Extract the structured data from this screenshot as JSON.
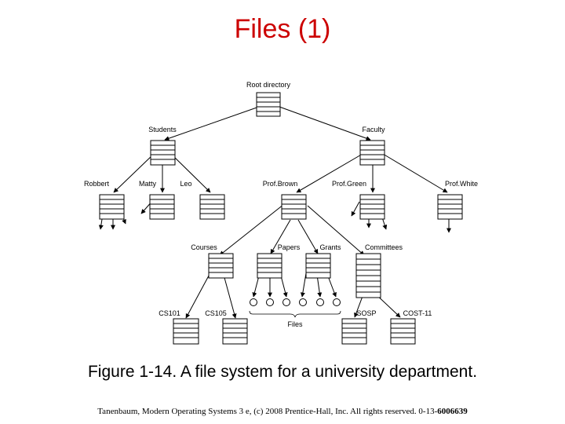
{
  "slide": {
    "title": "Files (1)",
    "caption": "Figure 1-14. A file system for a university department.",
    "footer_text": "Tanenbaum, Modern Operating Systems 3 e, (c) 2008 Prentice-Hall, Inc. All rights reserved. 0-13-",
    "footer_number": "6006639"
  },
  "diagram": {
    "labels": {
      "root": "Root directory",
      "students": "Students",
      "faculty": "Faculty",
      "robbert": "Robbert",
      "matty": "Matty",
      "leo": "Leo",
      "profbrown": "Prof.Brown",
      "profgreen": "Prof.Green",
      "profwhite": "Prof.White",
      "courses": "Courses",
      "papers": "Papers",
      "grants": "Grants",
      "committees": "Committees",
      "cs101": "CS101",
      "cs105": "CS105",
      "files": "Files",
      "sosp": "SOSP",
      "cost11": "COST-11"
    }
  }
}
